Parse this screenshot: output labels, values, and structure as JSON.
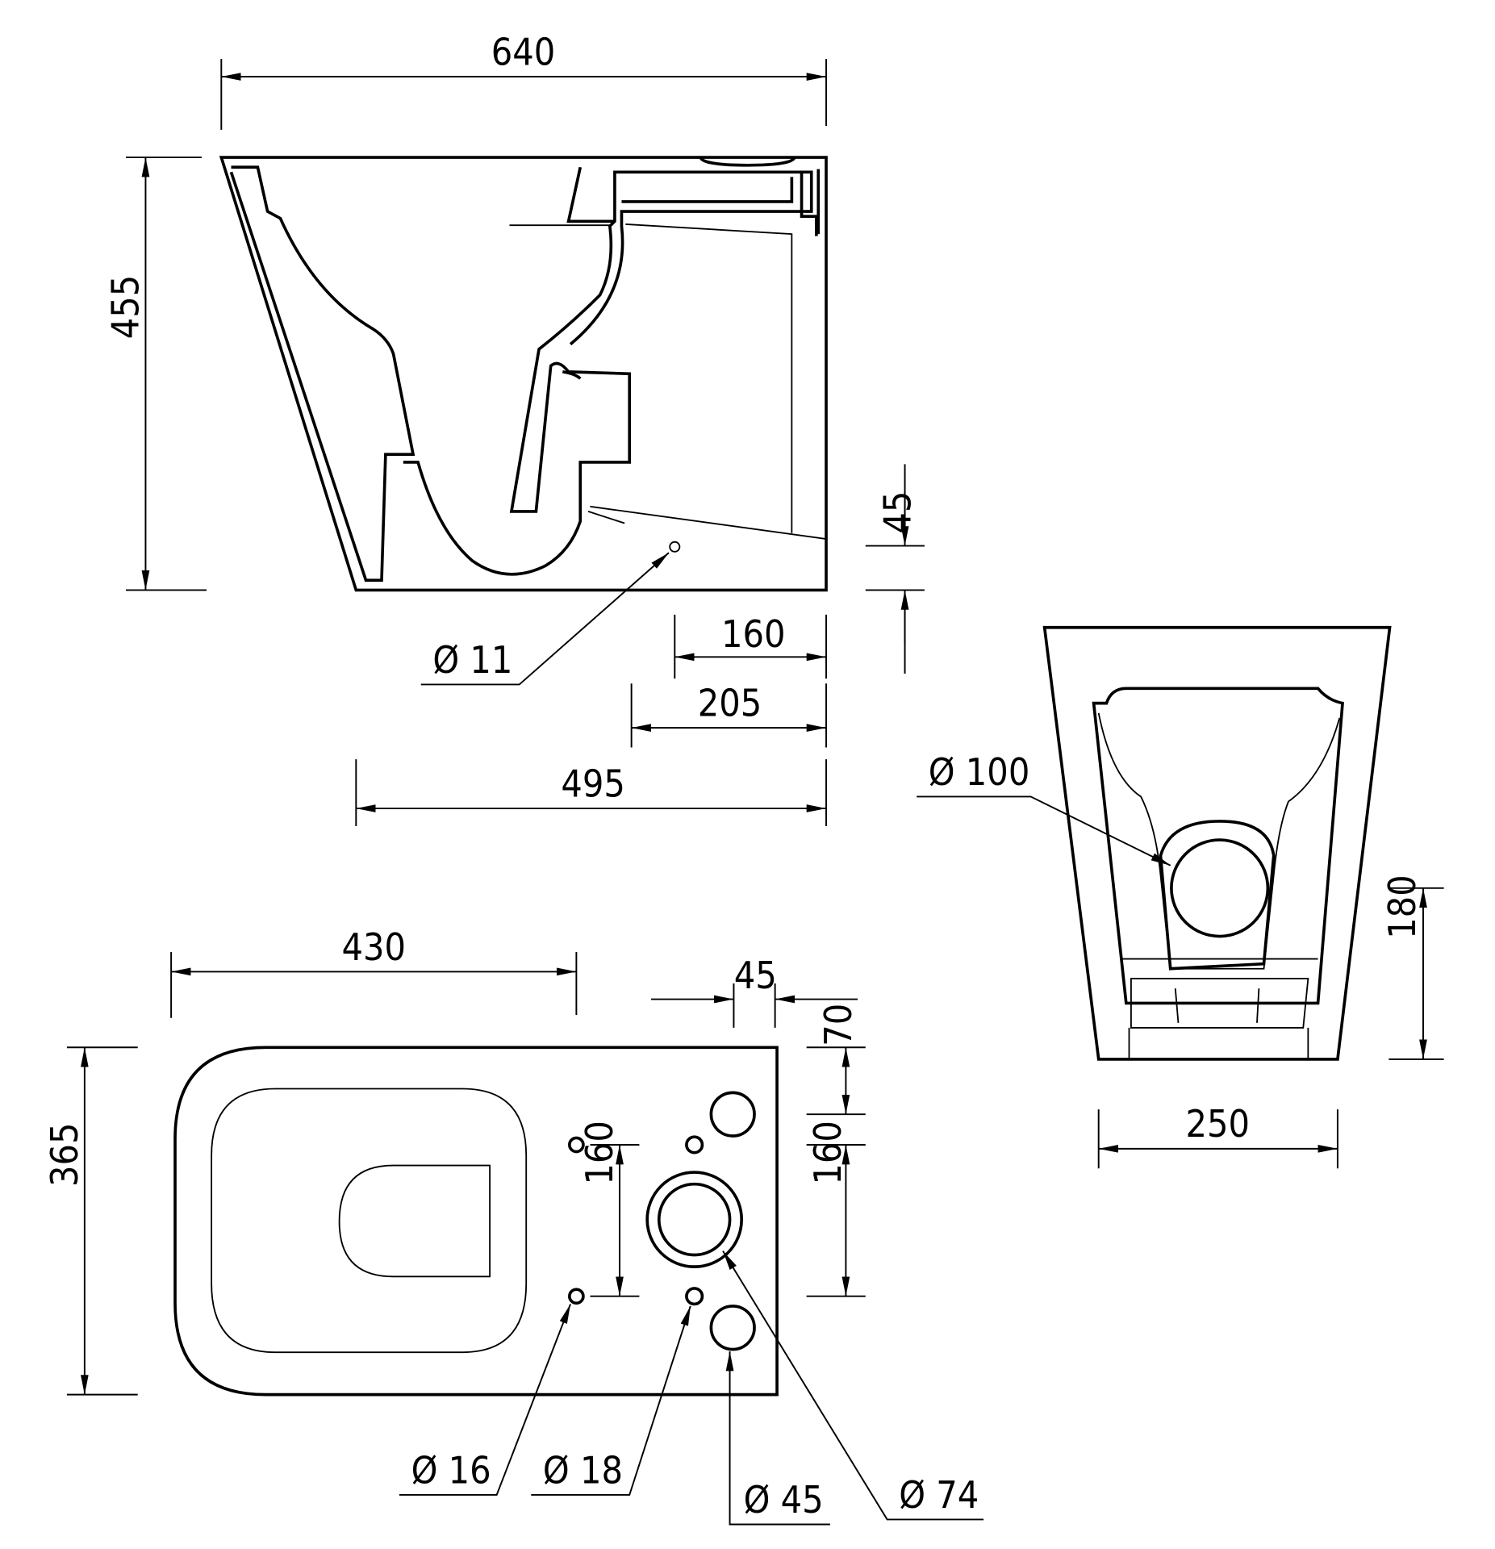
{
  "side_view": {
    "overall_length": "640",
    "overall_height": "455",
    "outlet_height": "45",
    "outlet_160": "160",
    "outlet_205": "205",
    "base_length": "495",
    "vent_hole": "Ø 11"
  },
  "bottom_view": {
    "length_430": "430",
    "offset_45": "45",
    "width_365": "365",
    "offset_70": "70",
    "spacing_160_left": "160",
    "spacing_160_right": "160",
    "hole_16": "Ø 16",
    "hole_18": "Ø 18",
    "hole_45": "Ø 45",
    "hole_74": "Ø 74"
  },
  "rear_view": {
    "outlet_100": "Ø 100",
    "height_180": "180",
    "width_250": "250"
  }
}
